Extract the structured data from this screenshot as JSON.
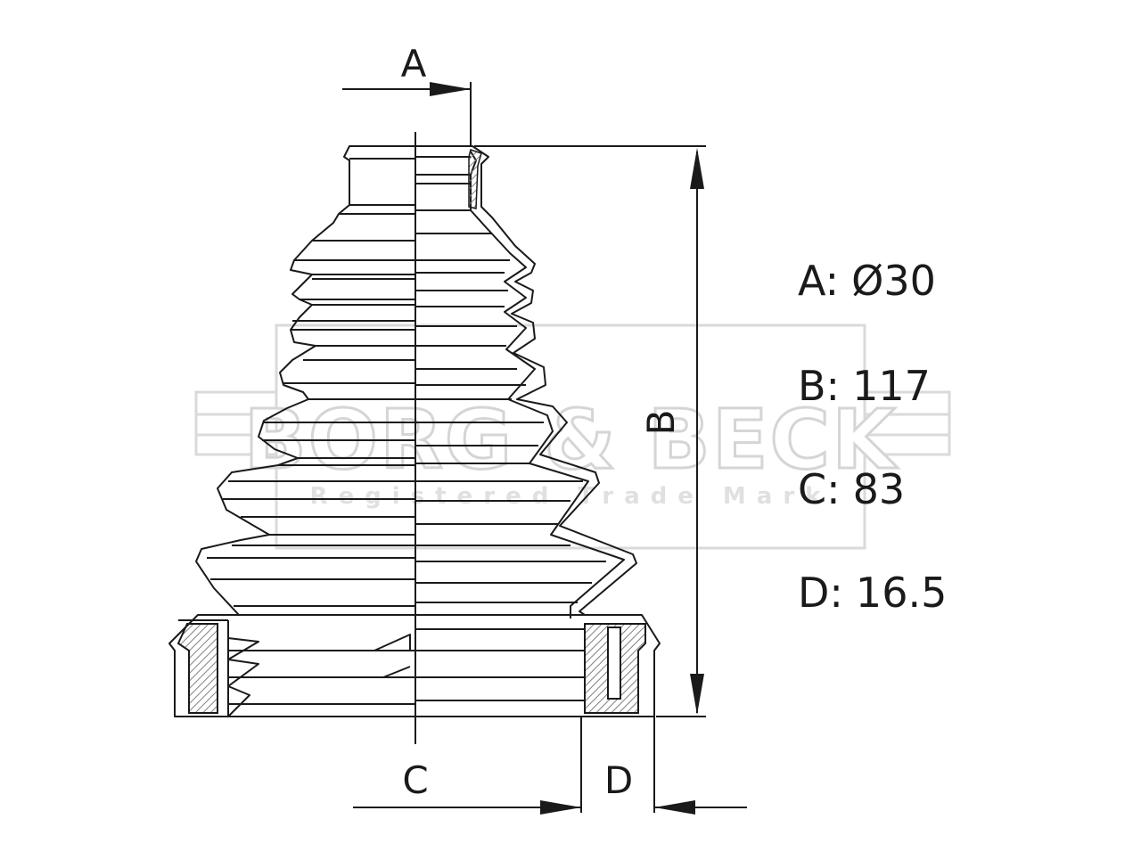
{
  "dimension_letters": {
    "a": "A",
    "b": "B",
    "c": "C",
    "d": "D"
  },
  "specs": [
    {
      "key": "A:",
      "value": "Ø30"
    },
    {
      "key": "B:",
      "value": "117"
    },
    {
      "key": "C:",
      "value": "83"
    },
    {
      "key": "D:",
      "value": "16.5"
    }
  ],
  "watermark": {
    "brand": "BORG & BECK",
    "tagline": "Registered Trade Mark"
  },
  "colors": {
    "line": "#1a1a1a",
    "watermark": "#d9d9d9",
    "hatch": "#808080"
  }
}
